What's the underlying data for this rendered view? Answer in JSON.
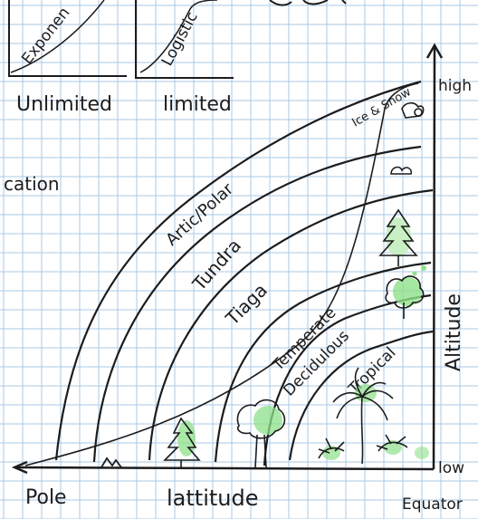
{
  "growth_graphs": {
    "exponential_label": "Exponen",
    "logistic_label": "Logistic",
    "unlimited_label": "Unlimited",
    "limited_label": "limited"
  },
  "side_note": "cation",
  "zones": {
    "ice_snow": "Ice & Snow",
    "arctic_polar": "Artic/Polar",
    "tundra": "Tundra",
    "taiga": "Tiaga",
    "temperate_line1": "Temperate",
    "temperate_line2": "Decidulous",
    "tropical": "Tropical"
  },
  "axes": {
    "altitude_label": "Altitude",
    "altitude_high": "high",
    "altitude_low": "low",
    "latitude_label": "lattitude",
    "pole_label": "Pole",
    "equator_label": "Equator"
  },
  "colors": {
    "grid": "#a9c8e6",
    "ink": "#1c1c1c",
    "tree_green": "#8ee08a"
  }
}
